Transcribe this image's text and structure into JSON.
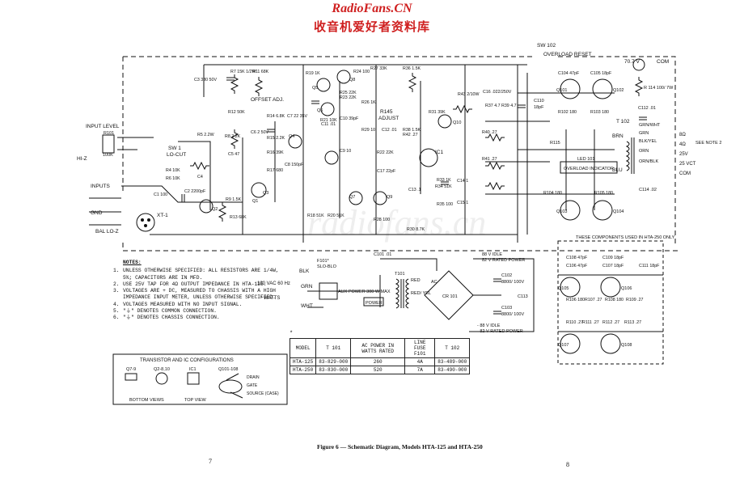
{
  "watermark": {
    "site": "RadioFans.CN",
    "subtitle": "收音机爱好者资料库",
    "background": "radiofans.cn"
  },
  "colors": {
    "watermark_red": "#cf1f1f",
    "ink": "#111111"
  },
  "schematic": {
    "inputs": {
      "input_level": "INPUT LEVEL",
      "r101": "R101",
      "r101_val": "100K",
      "hi_z": "HI-Z",
      "inputs": "INPUTS",
      "gnd": "GND",
      "bal_lo_z": "BAL LO-Z",
      "xt1": "XT-1",
      "sw1": "SW 1",
      "lo_cut": "LO-CUT"
    },
    "top_right": {
      "sw102": "SW 102",
      "overload_reset": "OVERLOAD RESET",
      "meter": "70.7 V",
      "com": "COM",
      "r114": "R 114 100/ 7W",
      "t102": "T 102",
      "c112": "C112 .01",
      "brn": "BRN",
      "grn_wht": "GRN/WHT",
      "grn": "GRN",
      "blk_yel": "BLK/YEL",
      "orn": "ORN",
      "orn_blk": "ORN/BLK",
      "tap_8": "8Ω",
      "tap_4": "4Ω",
      "tap_25": "25V",
      "tap_25ct": "25 VCT",
      "tap_com": "COM",
      "see_note": "SEE NOTE 2",
      "c114": "C114 .02",
      "blu": "BLU"
    },
    "mid": {
      "offset_adj": "OFFSET ADJ.",
      "r115": "R115",
      "led101": "LED 101",
      "overload_indicator": "OVERLOAD INDICATOR",
      "r145": "R145",
      "adjust": "ADJUST",
      "ic1": "IC1",
      "c110": "C110",
      "c110_val": "18pF"
    },
    "power": {
      "vac": "120 VAC 60 Hz",
      "watts": "* WATTS",
      "blk": "BLK",
      "grn": "GRN",
      "wht": "WHT",
      "f101": "F101*",
      "slo_blo": "SLO-BLO",
      "c101": "C101 .01",
      "aux_power": "AUX POWER 300 W MAX",
      "power": "POWER",
      "t101": "T101",
      "red": "RED",
      "red_yel": "RED/ YEL",
      "cr101": "CR 101",
      "c102": "C102",
      "c102_val": "8800/ 100V",
      "c103": "C103",
      "c103_val": "8800/ 100V",
      "c113": "C113",
      "ac": "AC",
      "v88_idle": "88 V IDLE",
      "v82_rated": "82 V RATED POWER",
      "vn88_idle": "- 88 V IDLE",
      "vn82_rated": "- 82 V RATED POWER"
    },
    "hta250_box": {
      "title": "THESE COMPONENTS USED IN HTA-250 ONLY"
    },
    "components": [
      "R7 15K 1/2W",
      "R11 68K",
      "C3 330 50V",
      "R12 50K",
      "R8 2.2K",
      "R5 2.2W",
      "C5 47",
      "C1 100",
      "C2 2200pF",
      "C4",
      "R6 10K",
      "R4 10K",
      "R9 1.5K",
      "R13 68K",
      "R14 6.8K",
      "R15 2.2K",
      "R16 39K",
      "R17 680",
      "C6 2 50V",
      "C7 22 35V",
      "C8 150pF",
      "R19 1K",
      "R21 10K",
      "R23 22K",
      "R24 100",
      "R25 22K",
      "R26 1K",
      "R27 33K",
      "R29 10",
      "R30 8.7K",
      "R31 39K",
      "R33 1K",
      "R35 100",
      "R36 1.5K",
      "R37 4.7",
      "R38 1.5K",
      "R39 4.7",
      "R40 .27",
      "R41 .27",
      "R42 .27",
      "R43 2/10W",
      "R22 22K",
      "C9 10",
      "C10 39pF",
      "C11 .01",
      "C12 .01",
      "C13 .1",
      "C14 1",
      "C15 1",
      "C16 .022/250V",
      "C17 22pF",
      "R28 100",
      "R20 51K",
      "R18 51K",
      "R34 51K",
      "R110 .27",
      "R111 .27",
      "R112 .27",
      "R113 .27",
      "R102 180",
      "R103 180",
      "R104 180",
      "R105 180",
      "R106 180",
      "R107 .27",
      "R108 180",
      "R109 .27",
      "C104 47pF",
      "C105 18pF",
      "C106 47pF",
      "C107 18pF",
      "C108 47pF",
      "C109 18pF",
      "C111 18pF"
    ],
    "transistors": [
      "Q1",
      "Q2",
      "Q3",
      "Q4",
      "Q5",
      "Q6",
      "Q7",
      "Q8",
      "Q9",
      "Q10",
      "Q101",
      "Q102",
      "Q103",
      "Q104",
      "Q105",
      "Q106",
      "Q107",
      "Q108"
    ]
  },
  "notes": {
    "heading": "NOTES:",
    "items": [
      {
        "n": "1.",
        "text": "UNLESS OTHERWISE SPECIFIED: ALL RESISTORS ARE 1/4W, 5%; CAPACITORS ARE IN MFD."
      },
      {
        "n": "2.",
        "text": "USE 25V TAP FOR 4Ω OUTPUT IMPEDANCE IN HTA-125."
      },
      {
        "n": "3.",
        "text": "VOLTAGES ARE + DC, MEASURED TO CHASSIS WITH A HIGH IMPEDANCE INPUT METER, UNLESS OTHERWISE SPECIFIED."
      },
      {
        "n": "4.",
        "text": "VOLTAGES MEASURED WITH NO INPUT SIGNAL."
      },
      {
        "n": "5.",
        "text": "\"⏚\" DENOTES COMMON CONNECTION."
      },
      {
        "n": "6.",
        "text": "\"⏚\" DENOTES CHASSIS CONNECTION."
      }
    ]
  },
  "configs": {
    "title": "TRANSISTOR AND IC CONFIGURATIONS",
    "q79": "Q7-9",
    "q28": "Q2-8,10",
    "ic1": "IC1",
    "q101": "Q101-108",
    "bottom_views": "BOTTOM VIEWS",
    "top_view": "TOP VIEW",
    "drain": "DRAIN",
    "gate": "GATE",
    "source": "SOURCE (CASE)"
  },
  "model_table": {
    "star": "*",
    "headers": [
      "MODEL",
      "T 101",
      "AC POWER IN WATTS RATED",
      "LINE FUSE F101",
      "T 102"
    ],
    "rows": [
      [
        "HTA-125",
        "83-829-000",
        "260",
        "4A",
        "83-489-000"
      ],
      [
        "HTA-250",
        "83-830-000",
        "520",
        "7A",
        "83-490-000"
      ]
    ]
  },
  "caption": "Figure 6 — Schematic Diagram,  Models HTA-125 and HTA-250",
  "page_numbers": {
    "left": "7",
    "right": "8"
  }
}
